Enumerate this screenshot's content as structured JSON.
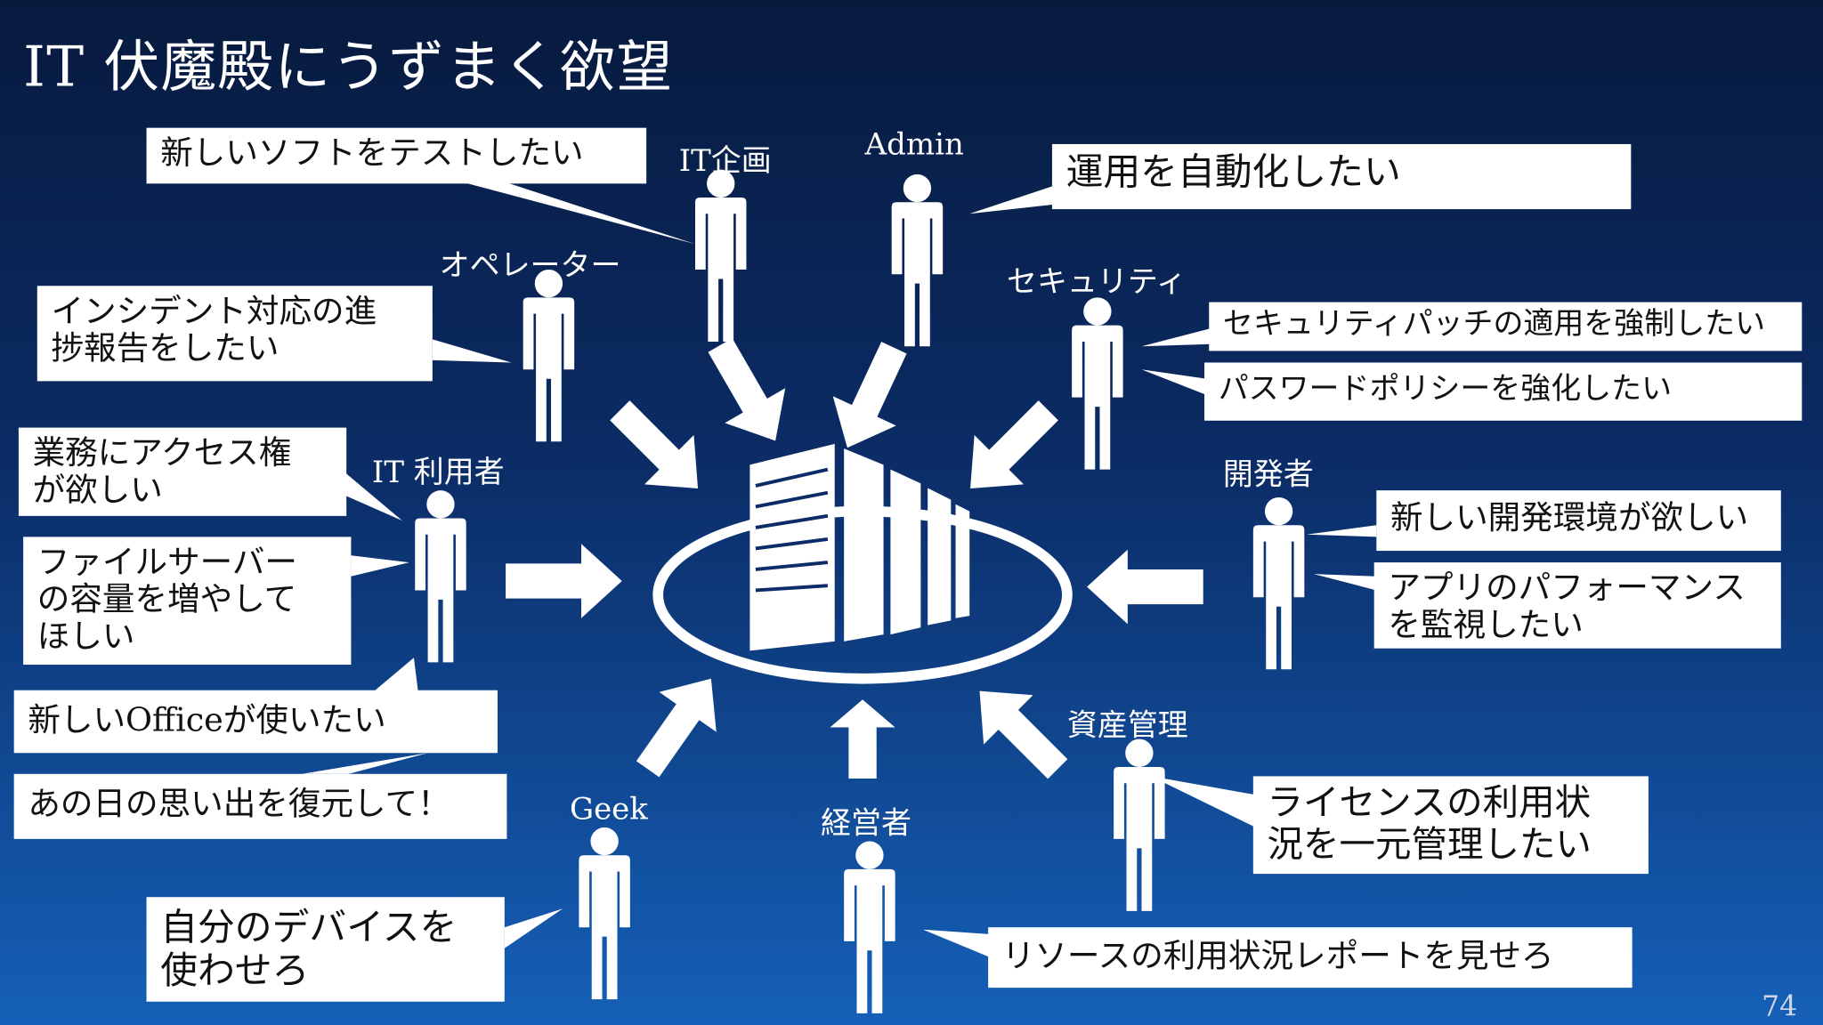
{
  "title": "IT 伏魔殿にうずまく欲望",
  "page_number": "74",
  "roles": {
    "it_planning": "IT企画",
    "admin": "Admin",
    "operator": "オペレーター",
    "security": "セキュリティ",
    "it_user": "IT 利用者",
    "developer": "開発者",
    "asset_mgmt": "資産管理",
    "geek": "Geek",
    "executive": "経営者"
  },
  "bubbles": {
    "new_software": "新しいソフトをテストしたい",
    "automate_ops": "運用を自動化したい",
    "incident_1": "インシデント対応の進",
    "incident_2": "捗報告をしたい",
    "sec_patch": "セキュリティパッチの適用を強制したい",
    "password": "パスワードポリシーを強化したい",
    "access_1": "業務にアクセス権",
    "access_2": "が欲しい",
    "file_1": "ファイルサーバー",
    "file_2": "の容量を増やして",
    "file_3": "ほしい",
    "office": "新しいOfficeが使いたい",
    "restore": "あの日の思い出を復元して！",
    "dev_env": "新しい開発環境が欲しい",
    "app_1": "アプリのパフォーマンス",
    "app_2": "を監視したい",
    "license_1": "ライセンスの利用状",
    "license_2": "況を一元管理したい",
    "device_1": "自分のデバイスを",
    "device_2": "使わせろ",
    "report": "リソースの利用状況レポートを見せろ"
  },
  "colors": {
    "figure": "#ffffff",
    "bubble_bg": "#ffffff",
    "bubble_text": "#111111"
  },
  "icons": [
    "person-icon",
    "datacenter-icon",
    "arrow-icon"
  ]
}
